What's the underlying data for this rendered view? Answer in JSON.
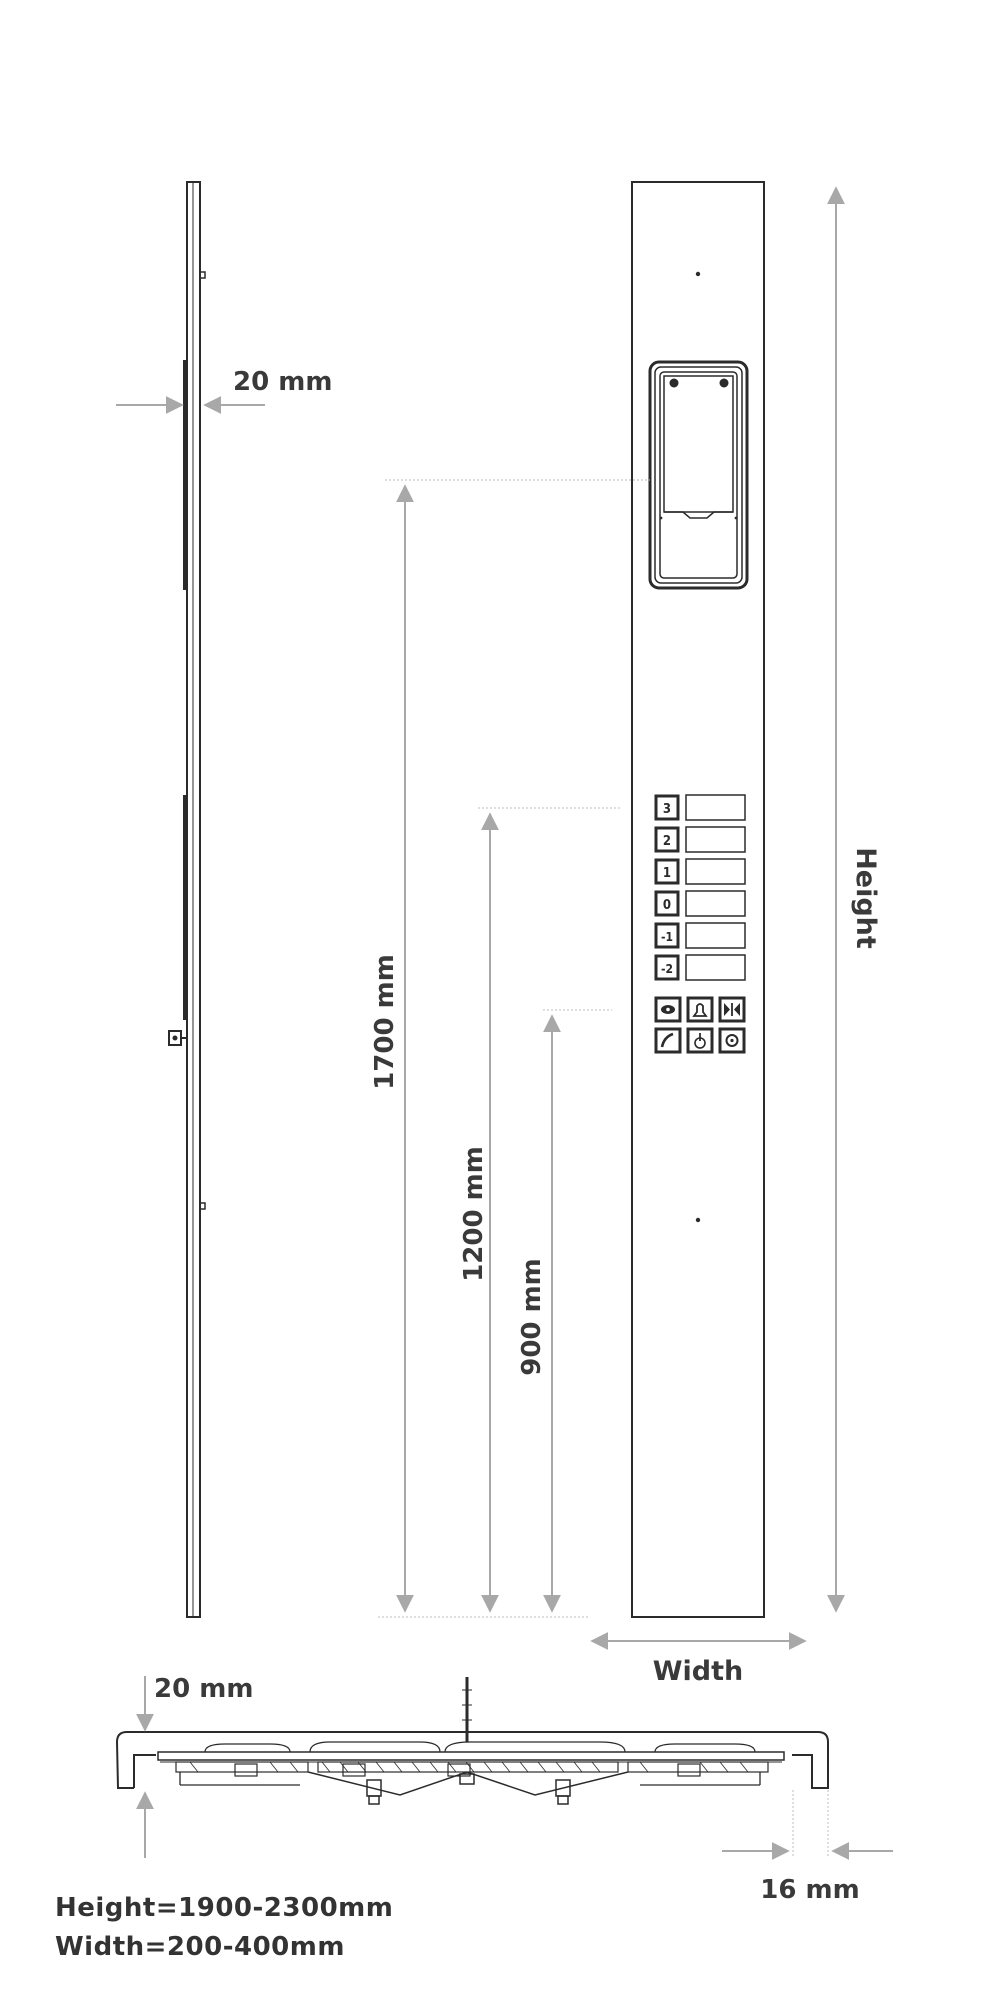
{
  "dimensions": {
    "side_depth": "20 mm",
    "height_1700": "1700 mm",
    "height_1200": "1200 mm",
    "height_900": "900 mm",
    "height_label": "Height",
    "width_label": "Width",
    "bottom_depth": "20 mm",
    "edge_16": "16 mm"
  },
  "keypad": {
    "floor_buttons": [
      "3",
      "2",
      "1",
      "0",
      "-1",
      "-2"
    ],
    "function_icons": [
      "eye-icon",
      "bell-icon",
      "door-open-icon",
      "phone-icon",
      "wheelchair-icon",
      "fan-icon"
    ]
  },
  "notes": {
    "height_range": "Height=1900-2300mm",
    "width_range": "Width=200-400mm"
  },
  "colors": {
    "line": "#2b2b2b",
    "dimension": "#a8a8a8",
    "text": "#3a3a3a"
  }
}
